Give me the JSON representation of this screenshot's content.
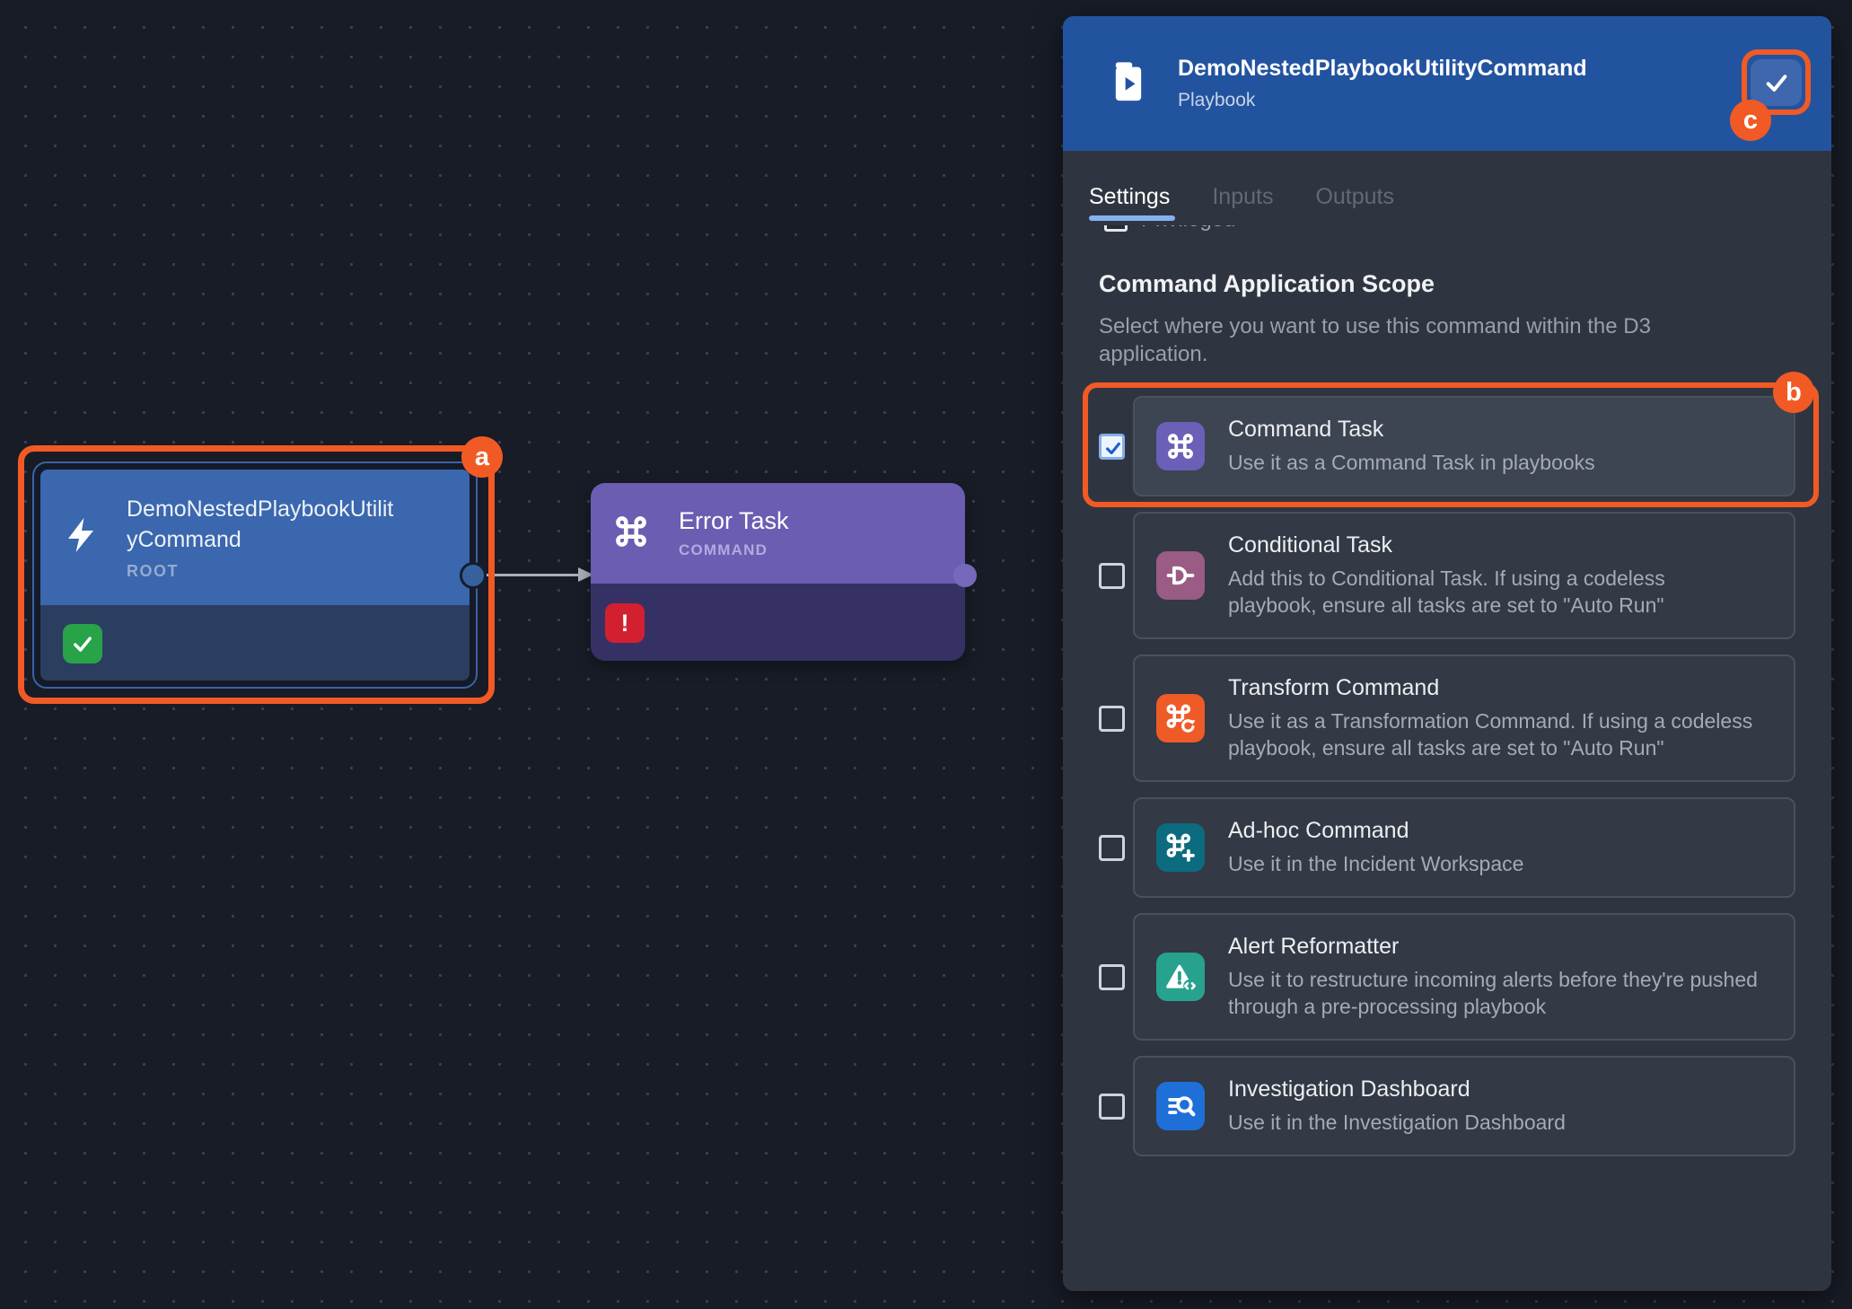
{
  "canvas": {
    "root_node": {
      "title": "DemoNestedPlaybookUtilityCommand",
      "type_label": "ROOT"
    },
    "error_node": {
      "title": "Error Task",
      "type_label": "COMMAND"
    }
  },
  "annotations": {
    "a": "a",
    "b": "b",
    "c": "c"
  },
  "panel": {
    "title": "DemoNestedPlaybookUtilityCommand",
    "subtitle": "Playbook",
    "tabs": {
      "settings": "Settings",
      "inputs": "Inputs",
      "outputs": "Outputs"
    },
    "clipped_option": {
      "label": "Privileged"
    },
    "scope": {
      "heading": "Command Application Scope",
      "description": "Select where you want to use this command within the D3 application.",
      "options": [
        {
          "title": "Command Task",
          "description": "Use it as a Command Task in playbooks",
          "checked": true,
          "icon": "command-icon"
        },
        {
          "title": "Conditional Task",
          "description": "Add this to Conditional Task. If using a codeless playbook, ensure all tasks are set to \"Auto Run\"",
          "checked": false,
          "icon": "conditional-icon"
        },
        {
          "title": "Transform Command",
          "description": "Use it as a Transformation Command. If using a codeless playbook, ensure all tasks are set to \"Auto Run\"",
          "checked": false,
          "icon": "transform-icon"
        },
        {
          "title": "Ad-hoc Command",
          "description": "Use it in the Incident Workspace",
          "checked": false,
          "icon": "adhoc-icon"
        },
        {
          "title": "Alert Reformatter",
          "description": "Use it to restructure incoming alerts before they're pushed through a pre-processing playbook",
          "checked": false,
          "icon": "alert-icon"
        },
        {
          "title": "Investigation Dashboard",
          "description": "Use it in the Investigation Dashboard",
          "checked": false,
          "icon": "investigation-icon"
        }
      ]
    }
  },
  "colors": {
    "accent_orange": "#f15a24",
    "panel_header_blue": "#22539f",
    "tab_underline_blue": "#85b1ef",
    "root_node_header": "#3a67ae",
    "error_node_header": "#6b5db2",
    "success_green": "#28a348",
    "error_red": "#d32030",
    "command_icon": "#6a60b8",
    "conditional_icon": "#9a5b84",
    "transform_icon": "#ee5b27",
    "adhoc_icon": "#0c6b7e",
    "alert_icon": "#27a28e",
    "investigation_icon": "#1e70d8"
  }
}
